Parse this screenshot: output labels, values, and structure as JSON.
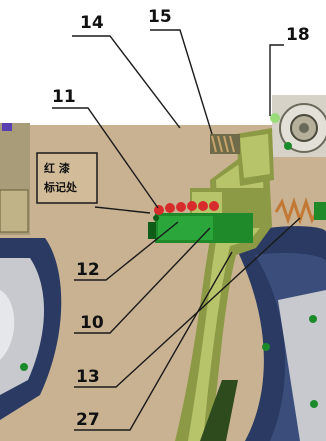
{
  "callouts": {
    "c14": "14",
    "c15": "15",
    "c18": "18",
    "c11": "11",
    "c12": "12",
    "c10": "10",
    "c13": "13",
    "c27": "27"
  },
  "note": {
    "line1": "红  漆",
    "line2": "标记处"
  },
  "colors": {
    "background": "#ffffff",
    "casing": "#c9b291",
    "frame": "#8d9a45",
    "frame_light": "#b8c46a",
    "red_marks": "#d82c2c",
    "bright_green": "#1e8a2a",
    "navy": "#2a3a63",
    "leader": "#1a1a1a"
  }
}
